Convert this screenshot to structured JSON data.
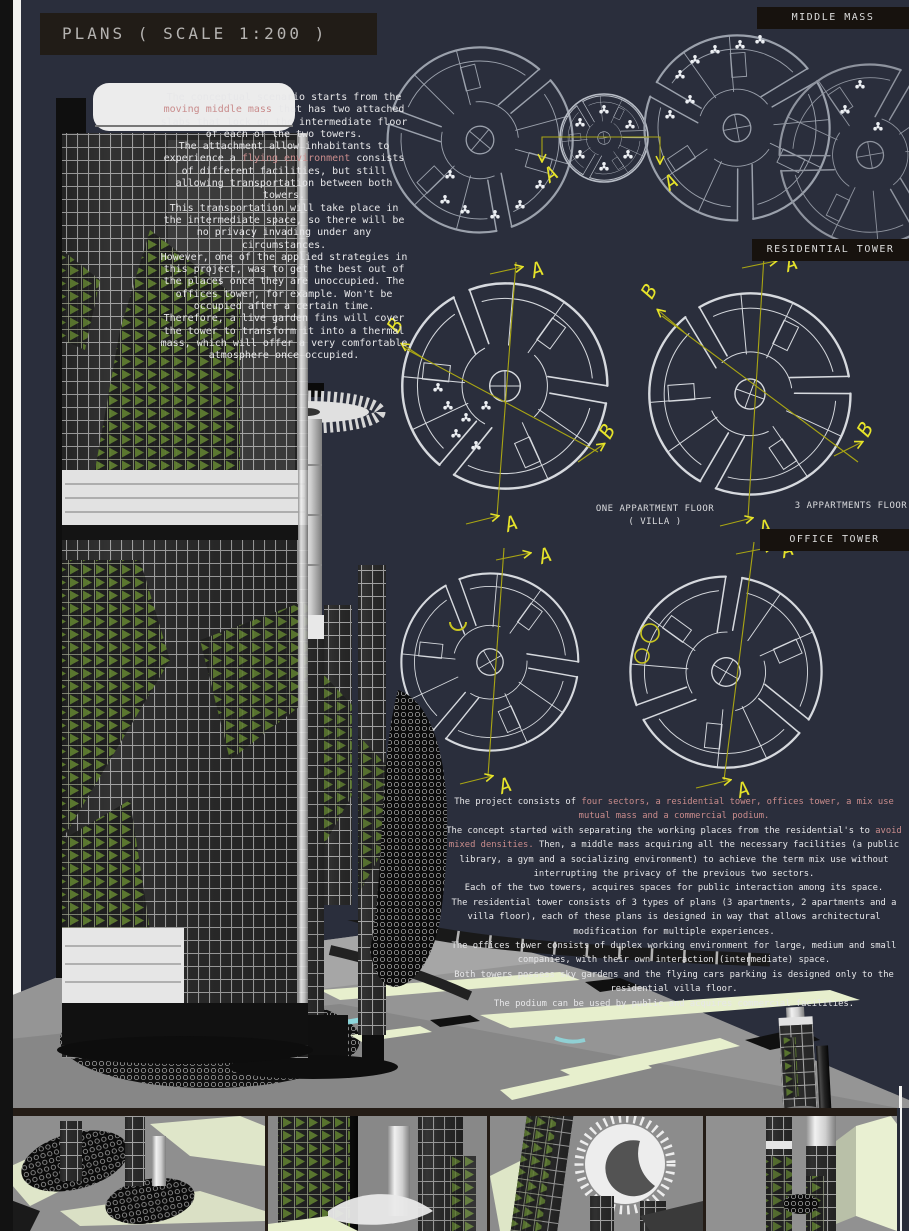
{
  "title": "PLANS ( SCALE 1:200 )",
  "labels": {
    "middle_mass": "MIDDLE MASS",
    "residential_tower": "RESIDENTIAL TOWER",
    "office_tower": "OFFICE TOWER",
    "villa_caption_line1": "ONE APPARTMENT FLOOR",
    "villa_caption_line2": "( VILLA )",
    "three_apartments_caption": "3 APPARTMENTS FLOOR",
    "section_a": "A",
    "section_b": "B"
  },
  "intro": {
    "segments": [
      {
        "text": "The conceptual scenario starts from the ",
        "highlight": false
      },
      {
        "text": "moving middle mass",
        "highlight": true
      },
      {
        "text": " that has two attached slabs that lock on the intermediate floor of each of the two towers.",
        "highlight": false,
        "br": true
      },
      {
        "text": "The attachment allow inhabitants to experience a ",
        "highlight": false
      },
      {
        "text": "flying environment",
        "highlight": true
      },
      {
        "text": " consists of different facilities, but still allowing transportation between both towers.",
        "highlight": false,
        "br": true
      },
      {
        "text": "This transportation will take place in the intermediate space, so there will be no privacy invading under any circumstances.",
        "highlight": false,
        "br": true
      },
      {
        "text": "However, one of the applied strategies in this project, was to get the best out of the places once they are unoccupied. The offices tower, for example. Won't be occupied after a certain time.",
        "highlight": false,
        "br": true
      },
      {
        "text": "Therefore, a live garden fins will cover the tower to transform it into a thermal mass, which will offer a very comfortable atmosphere once occupied.",
        "highlight": false
      }
    ]
  },
  "description": {
    "segments": [
      {
        "text": "The project consists of ",
        "highlight": false
      },
      {
        "text": "four sectors, a residential tower, offices tower, a mix use mutual mass and a commercial podium.",
        "highlight": true,
        "br": true
      },
      {
        "text": "The concept started with separating the working places from the residential's to ",
        "highlight": false
      },
      {
        "text": "avoid mixed densities.",
        "highlight": true
      },
      {
        "text": " Then, a middle mass acquiring all the necessary facilities (a public library, a gym and a socializing environment) to achieve the term mix use without interrupting the privacy of the previous two sectors.",
        "highlight": false,
        "br": true
      },
      {
        "text": "Each of the two towers, acquires spaces for public interaction among its space.",
        "highlight": false,
        "br": true
      },
      {
        "text": "The residential tower consists of 3 types of plans (3 apartments, 2 apartments and a villa floor), each of these plans is designed in way that allows architectural modification for multiple experiences.",
        "highlight": false,
        "br": true
      },
      {
        "text": "The offices tower consists of duplex working environment for large, medium and small companies, with their own interaction (intermediate) space.",
        "highlight": false,
        "br": true
      },
      {
        "text": "Both towers possess sky gardens and the flying cars parking is designed only to the residential villa floor.",
        "highlight": false,
        "br": true
      },
      {
        "text": "The podium can be used by public and acquires commercial facilities.",
        "highlight": false
      }
    ]
  },
  "colors": {
    "background": "#2a2e3c",
    "title_panel": "#211c17",
    "label_panel": "#17120e",
    "body_text": "#e7e7e9",
    "highlight_text": "#c98c8c",
    "accent_yellow": "#e6e32a",
    "plan_line": "#d6d9de",
    "garden_green": "#5d7b2f",
    "pale_green": "#e7efcd"
  }
}
